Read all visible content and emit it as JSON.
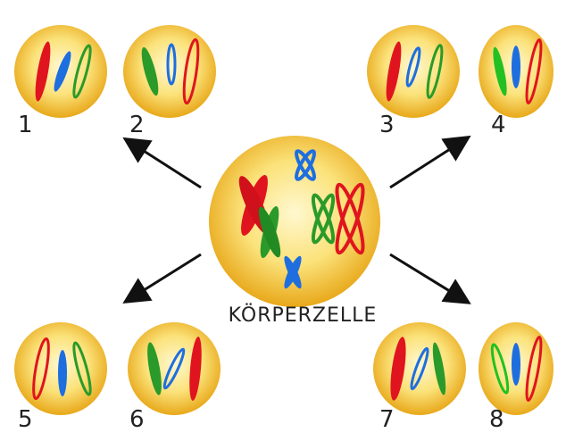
{
  "center_label": "Körperzelle",
  "cells": [
    {
      "number": "1"
    },
    {
      "number": "2"
    },
    {
      "number": "3"
    },
    {
      "number": "4"
    },
    {
      "number": "5"
    },
    {
      "number": "6"
    },
    {
      "number": "7"
    },
    {
      "number": "8"
    }
  ],
  "colors": {
    "red": "#e0141e",
    "green": "#2a9a2a",
    "blue": "#1e6ee0",
    "cell": "#f4c430",
    "arrow": "#111111"
  }
}
